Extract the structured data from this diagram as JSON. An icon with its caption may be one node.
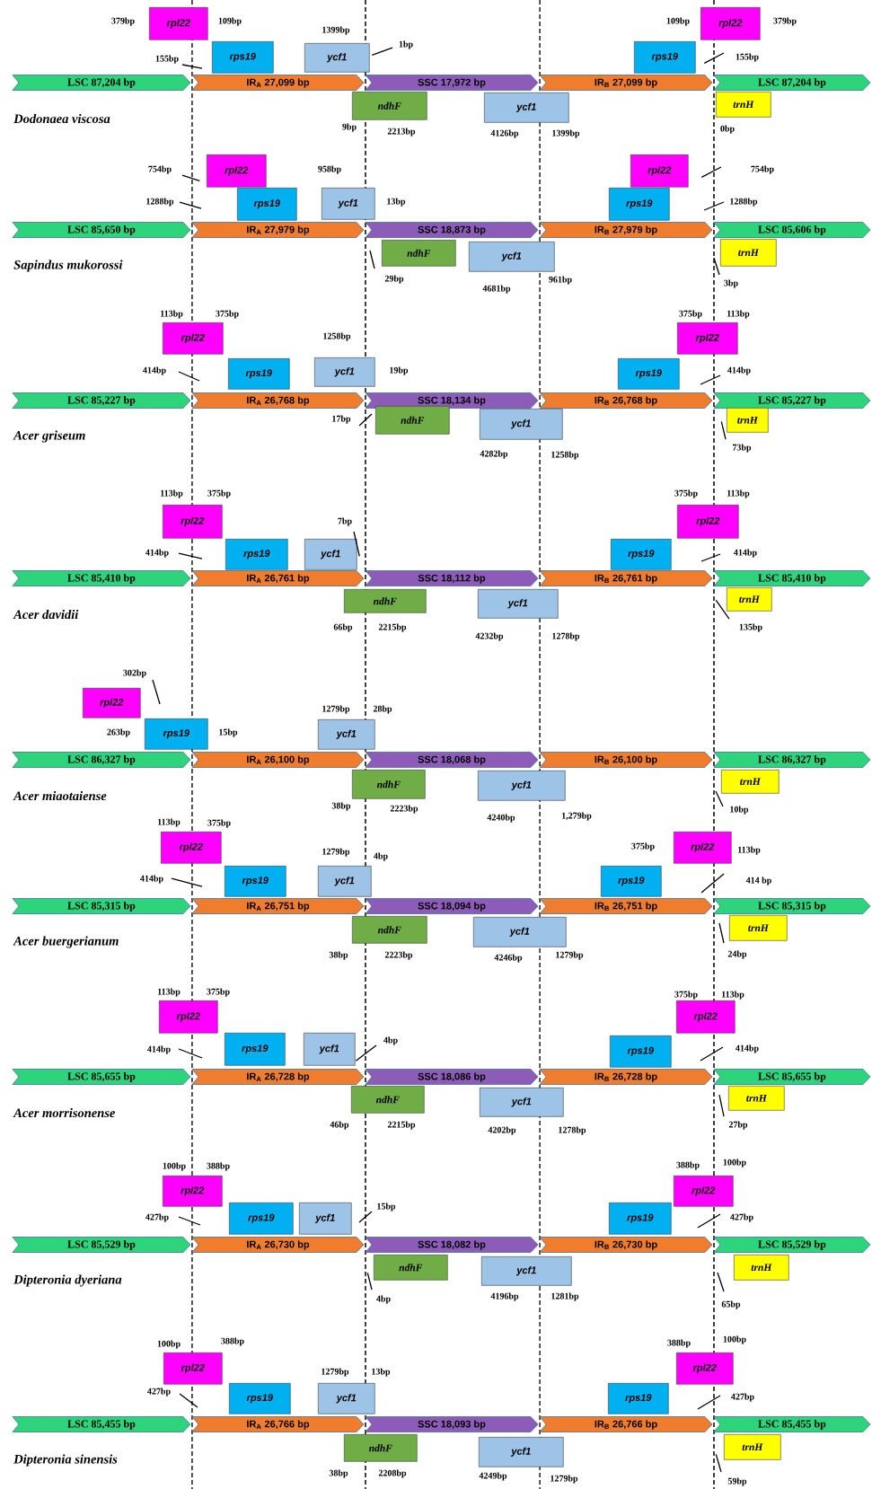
{
  "diagram": {
    "nodes": [
      {
        "text": [
          "rpl22"
        ]
      },
      {
        "text": [
          "rps19"
        ]
      },
      {
        "text": [
          "ycf1"
        ]
      },
      {
        "text": [
          "rps19"
        ]
      },
      {
        "text": [
          "rpl22"
        ]
      },
      {
        "text": [
          "155bp"
        ]
      },
      {
        "text": [
          "1bp"
        ]
      },
      {
        "text": [
          "155bp"
        ]
      },
      {
        "text": [
          "LSC 87,204 bp"
        ]
      },
      {
        "text": [
          "IR$_{A}$ 27,099 bp"
        ]
      },
      {
        "text": [
          "SSC 17,972 bp"
        ]
      },
      {
        "text": [
          "IR$_{B}$ 27,099 bp"
        ]
      },
      {
        "text": [
          "LSC 87,204 bp"
        ]
      },
      {
        "text": [
          "ndhF"
        ]
      },
      {
        "text": [
          "ycf1"
        ]
      },
      {
        "text": [
          "trnH"
        ]
      },
      {
        "text": [
          "rpl22"
        ]
      },
      {
        "text": [
          "rps19"
        ]
      },
      {
        "text": [
          "ycf1"
        ]
      },
      {
        "text": [
          "rps19"
        ]
      },
      {
        "text": [
          "rpl22"
        ]
      },
      {
        "text": [
          "754bp"
        ]
      },
      {
        "text": [
          "1288bp"
        ]
      },
      {
        "text": [
          "754bp"
        ]
      },
      {
        "text": [
          "1288bp"
        ]
      },
      {
        "text": [
          "LSC 85,650 bp"
        ]
      },
      {
        "text": [
          "IR$_{A}$ 27,979 bp"
        ]
      },
      {
        "text": [
          "SSC 18,873 bp"
        ]
      },
      {
        "text": [
          "IR$_{B}$ 27,979 bp"
        ]
      },
      {
        "text": [
          "LSC 85,606 bp"
        ]
      },
      {
        "text": [
          "ndhF"
        ]
      },
      {
        "text": [
          "ycf1"
        ]
      },
      {
        "text": [
          "trnH"
        ]
      },
      {
        "text": [
          "29bp"
        ]
      },
      {
        "text": [
          "3bp"
        ]
      },
      {
        "text": [
          "rpl22"
        ]
      },
      {
        "text": [
          "rps19"
        ]
      },
      {
        "text": [
          "ycf1"
        ]
      },
      {
        "text": [
          "rps19"
        ]
      },
      {
        "text": [
          "rpl22"
        ]
      },
      {
        "text": [
          "414bp"
        ]
      },
      {
        "text": [
          "414bp"
        ]
      },
      {
        "text": [
          "LSC 85,227 bp"
        ]
      },
      {
        "text": [
          "IR$_{A}$ 26,768 bp"
        ]
      },
      {
        "text": [
          "SSC 18,134 bp"
        ]
      },
      {
        "text": [
          "IR$_{B}$ 26,768 bp"
        ]
      },
      {
        "text": [
          "LSC 85,227 bp"
        ]
      },
      {
        "text": [
          "ndhF"
        ]
      },
      {
        "text": [
          "ycf1"
        ]
      },
      {
        "text": [
          "trnH"
        ]
      },
      {
        "text": [
          "17bp"
        ]
      },
      {
        "text": [
          "73bp"
        ]
      },
      {
        "text": [
          "rpl22"
        ]
      },
      {
        "text": [
          "rps19"
        ]
      },
      {
        "text": [
          "ycf1"
        ]
      },
      {
        "text": [
          "rps19"
        ]
      },
      {
        "text": [
          "rpl22"
        ]
      },
      {
        "text": [
          "7bp"
        ]
      },
      {
        "text": [
          "414bp"
        ]
      },
      {
        "text": [
          "414bp"
        ]
      },
      {
        "text": [
          "LSC 85,410 bp"
        ]
      },
      {
        "text": [
          "IR$_{A}$ 26,761 bp"
        ]
      },
      {
        "text": [
          "SSC 18,112 bp"
        ]
      },
      {
        "text": [
          "IR$_{B}$ 26,761 bp"
        ]
      },
      {
        "text": [
          "LSC 85,410 bp"
        ]
      },
      {
        "text": [
          "ndhF"
        ]
      },
      {
        "text": [
          "ycf1"
        ]
      },
      {
        "text": [
          "trnH"
        ]
      },
      {
        "text": [
          "135bp"
        ]
      },
      {
        "text": [
          "rpl22"
        ]
      },
      {
        "text": [
          "rps19"
        ]
      },
      {
        "text": [
          "ycf1"
        ]
      },
      {
        "text": [
          "302bp"
        ]
      },
      {
        "text": [
          "LSC 86,327 bp"
        ]
      },
      {
        "text": [
          "IR$_{A}$ 26,100 bp"
        ]
      },
      {
        "text": [
          "SSC 18,068 bp"
        ]
      },
      {
        "text": [
          "IR$_{B}$ 26,100 bp"
        ]
      },
      {
        "text": [
          "LSC 86,327 bp"
        ]
      },
      {
        "text": [
          "ndhF"
        ]
      },
      {
        "text": [
          "ycf1"
        ]
      },
      {
        "text": [
          "trnH"
        ]
      },
      {
        "text": [
          "10bp"
        ]
      },
      {
        "text": [
          "rpl22"
        ]
      },
      {
        "text": [
          "rps19"
        ]
      },
      {
        "text": [
          "ycf1"
        ]
      },
      {
        "text": [
          "rps19"
        ]
      },
      {
        "text": [
          "rpl22"
        ]
      },
      {
        "text": [
          "414bp"
        ]
      },
      {
        "text": [
          "414 bp"
        ]
      },
      {
        "text": [
          "LSC 85,315 bp"
        ]
      },
      {
        "text": [
          "IR$_{A}$ 26,751 bp"
        ]
      },
      {
        "text": [
          "SSC 18,094 bp"
        ]
      },
      {
        "text": [
          "IR$_{B}$ 26,751 bp"
        ]
      },
      {
        "text": [
          "LSC 85,315 bp"
        ]
      },
      {
        "text": [
          "ndhF"
        ]
      },
      {
        "text": [
          "ycf1"
        ]
      },
      {
        "text": [
          "trnH"
        ]
      },
      {
        "text": [
          "24bp"
        ]
      },
      {
        "text": [
          "rpl22"
        ]
      },
      {
        "text": [
          "rps19"
        ]
      },
      {
        "text": [
          "ycf1"
        ]
      },
      {
        "text": [
          "rps19"
        ]
      },
      {
        "text": [
          "rpl22"
        ]
      },
      {
        "text": [
          "4bp"
        ]
      },
      {
        "text": [
          "414bp"
        ]
      },
      {
        "text": [
          "414bp"
        ]
      },
      {
        "text": [
          "LSC 85,655 bp"
        ]
      },
      {
        "text": [
          "IR$_{A}$ 26,728 bp"
        ]
      },
      {
        "text": [
          "SSC 18,086 bp"
        ]
      },
      {
        "text": [
          "IR$_{B}$ 26,728 bp"
        ]
      },
      {
        "text": [
          "LSC 85,655 bp"
        ]
      },
      {
        "text": [
          "ndhF"
        ]
      },
      {
        "text": [
          "ycf1"
        ]
      },
      {
        "text": [
          "trnH"
        ]
      },
      {
        "text": [
          "27bp"
        ]
      },
      {
        "text": [
          "rpl22"
        ]
      },
      {
        "text": [
          "rps19"
        ]
      },
      {
        "text": [
          "ycf1"
        ]
      },
      {
        "text": [
          "rps19"
        ]
      },
      {
        "text": [
          "rpl22"
        ]
      },
      {
        "text": [
          "15bp"
        ]
      },
      {
        "text": [
          "427bp"
        ]
      },
      {
        "text": [
          "427bp"
        ]
      },
      {
        "text": [
          "LSC 85,529 bp"
        ]
      },
      {
        "text": [
          "IR$_{A}$ 26,730 bp"
        ]
      },
      {
        "text": [
          "SSC 18,082 bp"
        ]
      },
      {
        "text": [
          "IR$_{B}$ 26,730 bp"
        ]
      },
      {
        "text": [
          "LSC 85,529 bp"
        ]
      },
      {
        "text": [
          "ndhF"
        ]
      },
      {
        "text": [
          "ycf1"
        ]
      },
      {
        "text": [
          "trnH"
        ]
      },
      {
        "text": [
          "4bp"
        ]
      },
      {
        "text": [
          "65bp"
        ]
      },
      {
        "text": [
          "rpl22"
        ]
      },
      {
        "text": [
          "rps19"
        ]
      },
      {
        "text": [
          "ycf1"
        ]
      },
      {
        "text": [
          "rps19"
        ]
      },
      {
        "text": [
          "rpl22"
        ]
      },
      {
        "text": [
          "427bp"
        ]
      },
      {
        "text": [
          "427bp"
        ]
      },
      {
        "text": [
          "LSC 85,455 bp"
        ]
      },
      {
        "text": [
          "IR$_{A}$ 26,766 bp"
        ]
      },
      {
        "text": [
          "SSC 18,093 bp"
        ]
      },
      {
        "text": [
          "IR$_{B}$ 26,766 bp"
        ]
      },
      {
        "text": [
          "LSC 85,455 bp"
        ]
      },
      {
        "text": [
          "ndhF"
        ]
      },
      {
        "text": [
          "ycf1"
        ]
      },
      {
        "text": [
          "trnH"
        ]
      },
      {
        "text": [
          "59bp"
        ]
      }
    ],
    "edges": [
      {
        "from": 5,
        "to": null,
        "arrow": "none"
      },
      {
        "from": 6,
        "to": 2,
        "arrow": "none"
      },
      {
        "from": 7,
        "to": 3,
        "arrow": "none"
      },
      {
        "from": 21,
        "to": 16,
        "arrow": "none"
      },
      {
        "from": 22,
        "to": null,
        "arrow": "none"
      },
      {
        "from": 23,
        "to": 20,
        "arrow": "none"
      },
      {
        "from": 24,
        "to": null,
        "arrow": "none"
      },
      {
        "from": 33,
        "to": null,
        "arrow": "none"
      },
      {
        "from": 34,
        "to": null,
        "arrow": "none"
      },
      {
        "from": 40,
        "to": 43,
        "arrow": "none"
      },
      {
        "from": 41,
        "to": 45,
        "arrow": "none"
      },
      {
        "from": 50,
        "to": null,
        "arrow": "none"
      },
      {
        "from": 51,
        "to": 49,
        "arrow": "none"
      },
      {
        "from": 57,
        "to": 54,
        "arrow": "none"
      },
      {
        "from": 58,
        "to": 61,
        "arrow": "none"
      },
      {
        "from": 59,
        "to": 63,
        "arrow": "none"
      },
      {
        "from": 68,
        "to": 67,
        "arrow": "none"
      },
      {
        "from": 72,
        "to": null,
        "arrow": "none"
      },
      {
        "from": 81,
        "to": null,
        "arrow": "none"
      },
      {
        "from": 87,
        "to": 90,
        "arrow": "none"
      },
      {
        "from": 88,
        "to": 92,
        "arrow": "none"
      },
      {
        "from": 97,
        "to": null,
        "arrow": "none"
      },
      {
        "from": 103,
        "to": 100,
        "arrow": "none"
      },
      {
        "from": 104,
        "to": 107,
        "arrow": "none"
      },
      {
        "from": 105,
        "to": 109,
        "arrow": "none"
      },
      {
        "from": 114,
        "to": null,
        "arrow": "none"
      },
      {
        "from": 120,
        "to": null,
        "arrow": "none"
      },
      {
        "from": 121,
        "to": 124,
        "arrow": "none"
      },
      {
        "from": 122,
        "to": 126,
        "arrow": "none"
      },
      {
        "from": 131,
        "to": 128,
        "arrow": "none"
      },
      {
        "from": 132,
        "to": null,
        "arrow": "none"
      },
      {
        "from": 138,
        "to": null,
        "arrow": "none"
      },
      {
        "from": 139,
        "to": 143,
        "arrow": "none"
      },
      {
        "from": 148,
        "to": 147,
        "arrow": "none"
      }
    ],
    "labels": [
      "379bp",
      "109bp",
      "1399bp",
      "109bp",
      "379bp",
      "Dodonaea viscosa",
      "9bp",
      "2213bp",
      "4126bp",
      "1399bp",
      "0bp",
      "958bp",
      "13bp",
      "Sapindus mukorossi",
      "4681bp",
      "961bp",
      "113bp",
      "375bp",
      "375bp",
      "113bp",
      "1258bp",
      "19bp",
      "Acer griseum",
      "4282bp",
      "1258bp",
      "113bp",
      "375bp",
      "375bp",
      "113bp",
      "Acer davidii",
      "66bp",
      "2215bp",
      "4232bp",
      "1278bp",
      "1279bp",
      "28bp",
      "263bp",
      "15bp",
      "Acer miaotaiense",
      "38bp",
      "2223bp",
      "4240bp",
      "1,279bp",
      "113bp",
      "375bp",
      "1279bp",
      "4bp",
      "375bp",
      "113bp",
      "Acer buergerianum",
      "38bp",
      "2223bp",
      "4246bp",
      "1279bp",
      "113bp",
      "375bp",
      "375bp",
      "113bp",
      "Acer morrisonense",
      "46bp",
      "2215bp",
      "4202bp",
      "1278bp",
      "100bp",
      "388bp",
      "388bp",
      "100bp",
      "Dipteronia dyeriana",
      "4196bp",
      "1281bp",
      "100bp",
      "388bp",
      "388bp",
      "100bp",
      "1279bp",
      "13bp",
      "Dipteronia sinensis",
      "38bp",
      "2208bp",
      "4249bp",
      "1279bp"
    ]
  }
}
